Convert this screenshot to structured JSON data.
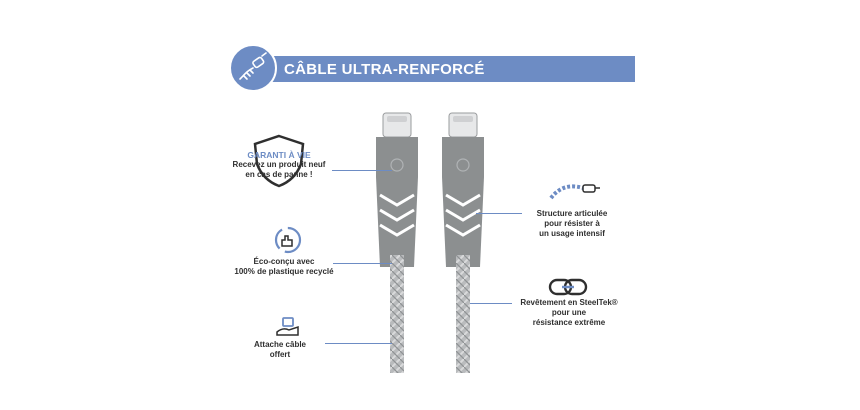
{
  "banner": {
    "title": "CÂBLE ULTRA-RENFORCÉ",
    "icon": "cable-plug-icon"
  },
  "features_left": [
    {
      "title": "GARANTI À VIE",
      "lines": [
        "Recevez un produit neuf",
        "en cas de panne !"
      ],
      "icon": "shield-icon"
    },
    {
      "lines": [
        "Éco-conçu avec",
        "100% de plastique recyclé"
      ],
      "icon": "recycle-hand-icon"
    },
    {
      "lines": [
        "Attache câble",
        "offert"
      ],
      "icon": "cable-tie-hand-icon"
    }
  ],
  "features_right": [
    {
      "lines": [
        "Structure articulée",
        "pour résister à",
        "un usage intensif"
      ],
      "icon": "flex-cable-icon"
    },
    {
      "lines": [
        "Revêtement en SteelTek®",
        "pour une",
        "résistance extrême"
      ],
      "icon": "chain-link-icon"
    }
  ],
  "colors": {
    "accent": "#6d8cc4",
    "connector": "#8c8f90",
    "braid": "#b9bbbd"
  }
}
